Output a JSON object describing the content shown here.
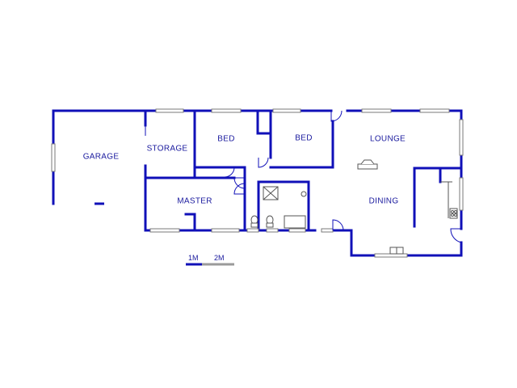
{
  "plan": {
    "wall_color": "#1010b8",
    "fixture_color": "#555555",
    "window_color": "#7a7a7a",
    "rooms": {
      "garage": "GARAGE",
      "storage": "STORAGE",
      "bed_1": "BED",
      "bed_2": "BED",
      "lounge": "LOUNGE",
      "master": "MASTER",
      "dining": "DINING"
    },
    "scale": {
      "label_1": "1M",
      "label_2": "2M"
    }
  }
}
